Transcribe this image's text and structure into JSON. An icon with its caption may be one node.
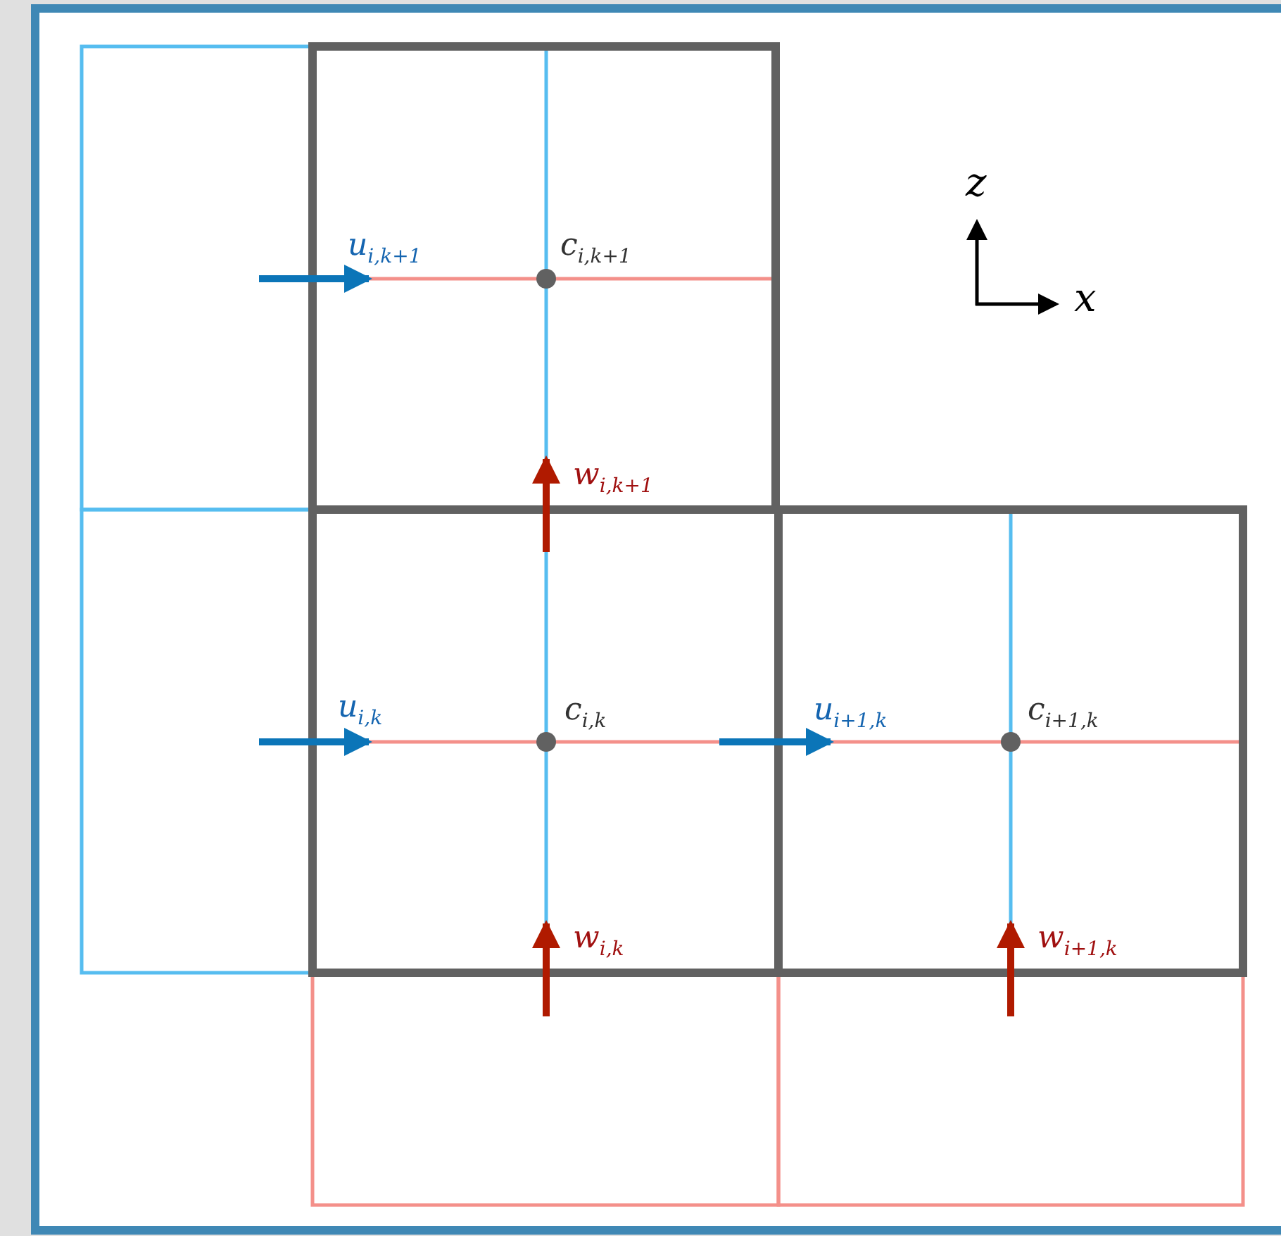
{
  "diagram": {
    "labels": [
      "z",
      "u$_{i,k+1}$",
      "c$_{i,k+1}$",
      "x",
      "w$_{i,k+1}$",
      "u$_{i,k}$",
      "c$_{i,k}$",
      "u$_{i+1,k}$",
      "c$_{i+1,k}$",
      "w$_{i,k}$",
      "w$_{i+1,k}$"
    ]
  }
}
